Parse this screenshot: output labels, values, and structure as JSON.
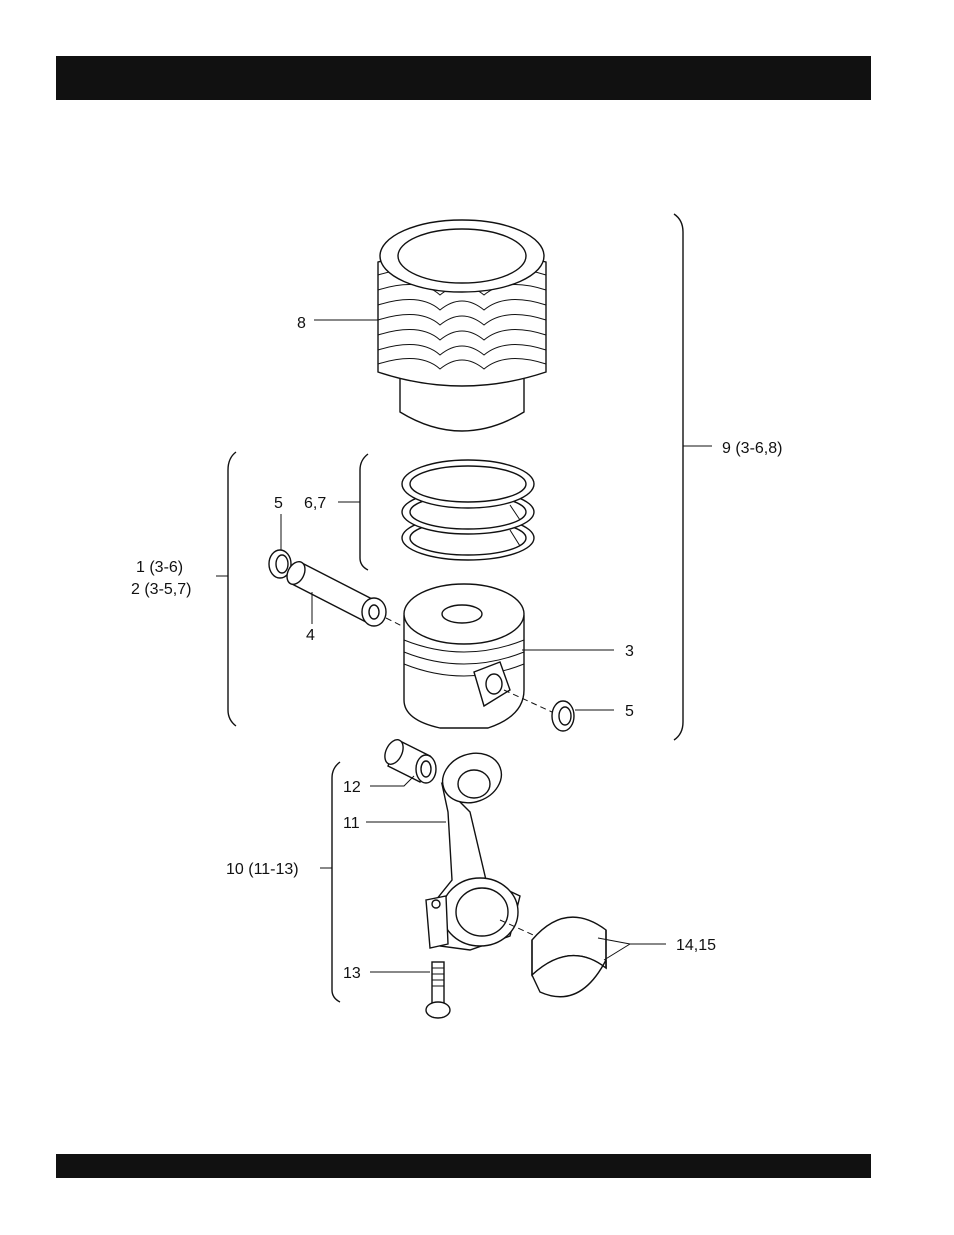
{
  "header": {
    "title": ""
  },
  "footer": {
    "text": ""
  },
  "callouts": {
    "part_8": "8",
    "part_9": "9 (3-6,8)",
    "part_5_left": "5",
    "part_6_7": "6,7",
    "part_1": "1 (3-6)",
    "part_2": "2 (3-5,7)",
    "part_4": "4",
    "part_3": "3",
    "part_5_right": "5",
    "part_12": "12",
    "part_11": "11",
    "part_10": "10 (11-13)",
    "part_13": "13",
    "part_14_15": "14,15"
  }
}
